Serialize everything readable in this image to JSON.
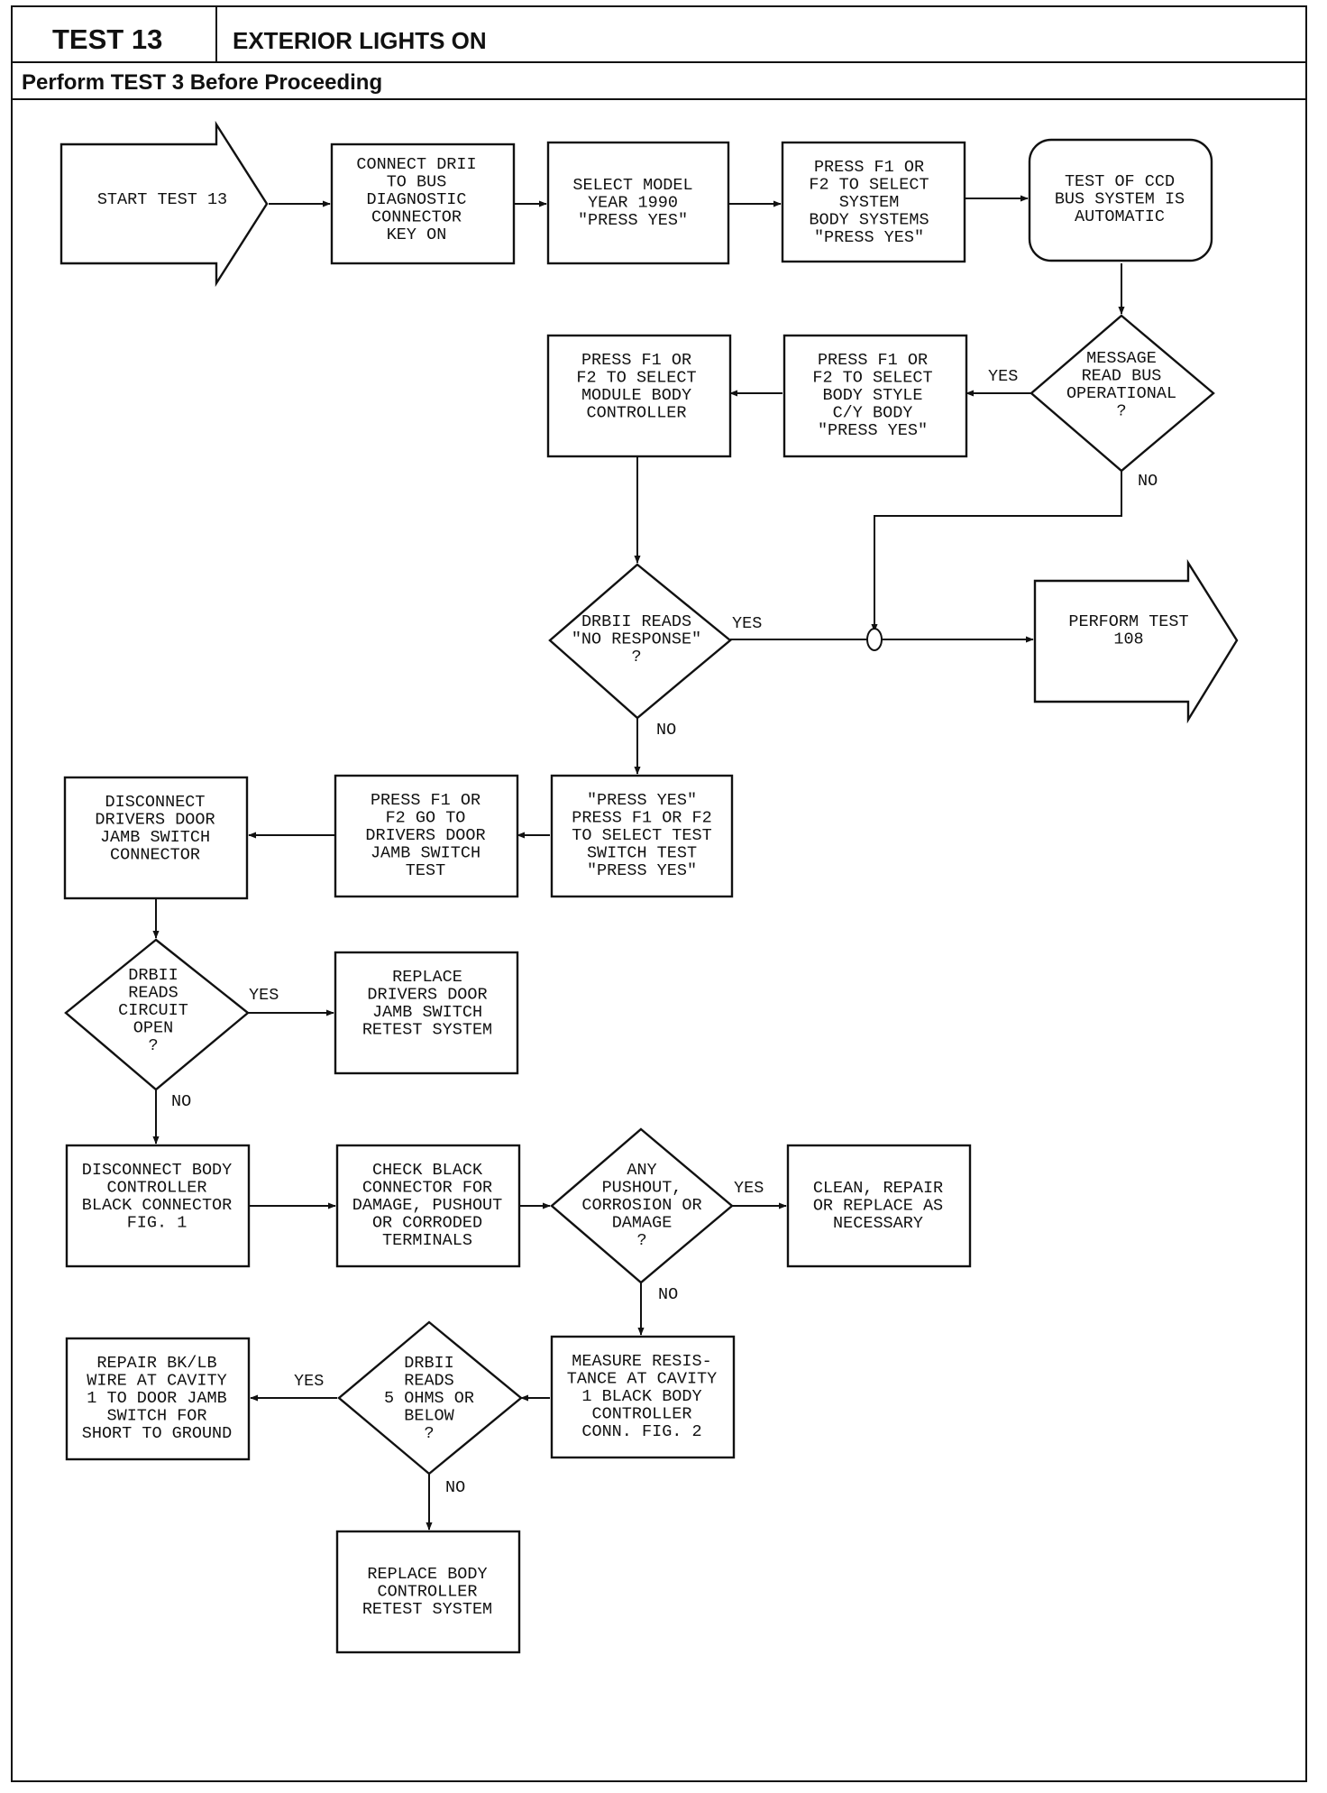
{
  "header": {
    "test_number": "TEST 13",
    "test_title": "EXTERIOR LIGHTS ON",
    "prerequisite": "Perform TEST 3 Before Proceeding"
  },
  "flowchart": {
    "nodes": [
      {
        "id": "start",
        "lines": [
          "START TEST 13"
        ]
      },
      {
        "id": "connect",
        "lines": [
          "CONNECT DRII",
          "TO BUS",
          "DIAGNOSTIC",
          "CONNECTOR",
          "KEY ON"
        ]
      },
      {
        "id": "select-model",
        "lines": [
          "SELECT MODEL",
          "YEAR 1990",
          "\"PRESS YES\""
        ]
      },
      {
        "id": "body-systems",
        "lines": [
          "PRESS F1 OR",
          "F2 TO SELECT",
          "SYSTEM",
          "BODY SYSTEMS",
          "\"PRESS YES\""
        ]
      },
      {
        "id": "ccd-auto",
        "lines": [
          "TEST OF CCD",
          "BUS SYSTEM IS",
          "AUTOMATIC"
        ]
      },
      {
        "id": "msg-bus",
        "lines": [
          "MESSAGE",
          "READ BUS",
          "OPERATIONAL",
          "?"
        ]
      },
      {
        "id": "body-style",
        "lines": [
          "PRESS F1 OR",
          "F2 TO SELECT",
          "BODY STYLE",
          "C/Y BODY",
          "\"PRESS YES\""
        ]
      },
      {
        "id": "module-body",
        "lines": [
          "PRESS F1 OR",
          "F2 TO SELECT",
          "MODULE BODY",
          "CONTROLLER"
        ]
      },
      {
        "id": "no-response",
        "lines": [
          "DRBII READS",
          "\"NO RESPONSE\"",
          "?"
        ]
      },
      {
        "id": "test-108",
        "lines": [
          "PERFORM TEST",
          "108"
        ]
      },
      {
        "id": "select-switch",
        "lines": [
          "\"PRESS YES\"",
          "PRESS F1 OR F2",
          "TO SELECT TEST",
          "SWITCH TEST",
          "\"PRESS YES\""
        ]
      },
      {
        "id": "go-jamb",
        "lines": [
          "PRESS F1 OR",
          "F2 GO TO",
          "DRIVERS DOOR",
          "JAMB SWITCH",
          "TEST"
        ]
      },
      {
        "id": "disconnect-jamb",
        "lines": [
          "DISCONNECT",
          "DRIVERS DOOR",
          "JAMB SWITCH",
          "CONNECTOR"
        ]
      },
      {
        "id": "circuit-open",
        "lines": [
          "DRBII",
          "READS",
          "CIRCUIT",
          "OPEN",
          "?"
        ]
      },
      {
        "id": "replace-jamb",
        "lines": [
          "REPLACE",
          "DRIVERS DOOR",
          "JAMB SWITCH",
          "RETEST SYSTEM"
        ]
      },
      {
        "id": "disconnect-body",
        "lines": [
          "DISCONNECT BODY",
          "CONTROLLER",
          "BLACK CONNECTOR",
          "FIG. 1"
        ]
      },
      {
        "id": "check-black",
        "lines": [
          "CHECK BLACK",
          "CONNECTOR FOR",
          "DAMAGE, PUSHOUT",
          "OR CORRODED",
          "TERMINALS"
        ]
      },
      {
        "id": "pushout",
        "lines": [
          "ANY",
          "PUSHOUT,",
          "CORROSION OR",
          "DAMAGE",
          "?"
        ]
      },
      {
        "id": "clean-repair",
        "lines": [
          "CLEAN, REPAIR",
          "OR REPLACE AS",
          "NECESSARY"
        ]
      },
      {
        "id": "measure",
        "lines": [
          "MEASURE RESIS-",
          "TANCE AT CAVITY",
          "1 BLACK BODY",
          "CONTROLLER",
          "CONN. FIG. 2"
        ]
      },
      {
        "id": "five-ohms",
        "lines": [
          "DRBII",
          "READS",
          "5 OHMS OR",
          "BELOW",
          "?"
        ]
      },
      {
        "id": "repair-wire",
        "lines": [
          "REPAIR BK/LB",
          "WIRE AT CAVITY",
          "1 TO DOOR JAMB",
          "SWITCH FOR",
          "SHORT TO GROUND"
        ]
      },
      {
        "id": "replace-body",
        "lines": [
          "REPLACE BODY",
          "CONTROLLER",
          "RETEST SYSTEM"
        ]
      }
    ],
    "edge_labels": [
      {
        "id": "msg-bus-yes",
        "text": "YES"
      },
      {
        "id": "msg-bus-no",
        "text": "NO"
      },
      {
        "id": "no-response-yes",
        "text": "YES"
      },
      {
        "id": "no-response-no",
        "text": "NO"
      },
      {
        "id": "circuit-open-yes",
        "text": "YES"
      },
      {
        "id": "circuit-open-no",
        "text": "NO"
      },
      {
        "id": "pushout-yes",
        "text": "YES"
      },
      {
        "id": "pushout-no",
        "text": "NO"
      },
      {
        "id": "five-ohms-yes",
        "text": "YES"
      },
      {
        "id": "five-ohms-no",
        "text": "NO"
      }
    ]
  }
}
